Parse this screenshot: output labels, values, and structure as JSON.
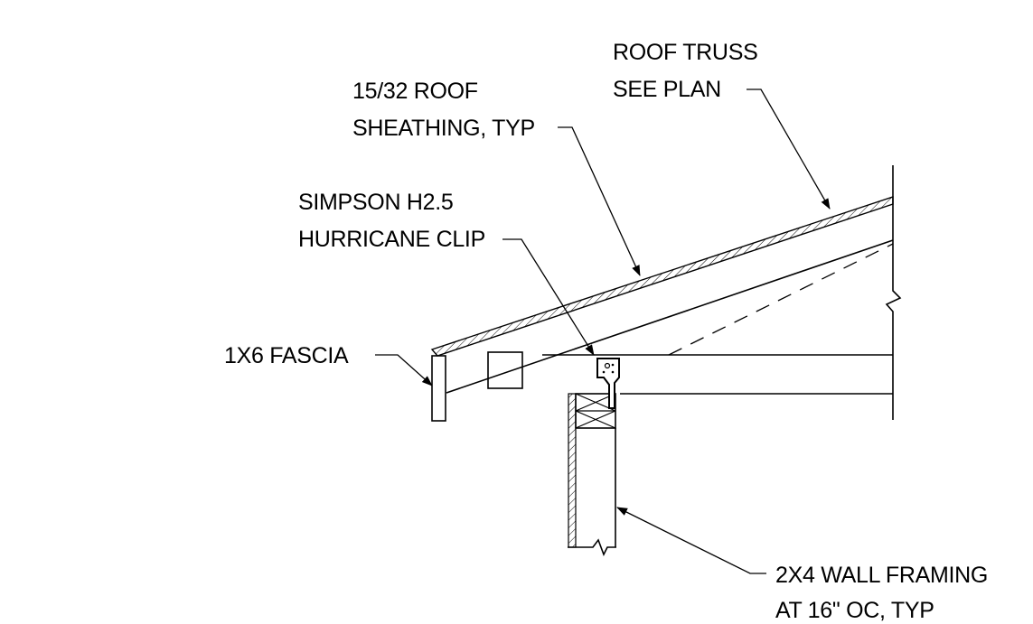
{
  "labels": {
    "roof_truss": [
      "ROOF TRUSS",
      "SEE PLAN"
    ],
    "roof_sheathing": [
      "15/32 ROOF",
      "SHEATHING, TYP"
    ],
    "hurricane_clip": [
      "SIMPSON H2.5",
      "HURRICANE CLIP"
    ],
    "fascia": [
      "1X6 FASCIA"
    ],
    "wall_framing": [
      "2X4 WALL FRAMING",
      "AT 16\" OC, TYP"
    ]
  },
  "colors": {
    "line": "#000000",
    "background": "#ffffff"
  }
}
